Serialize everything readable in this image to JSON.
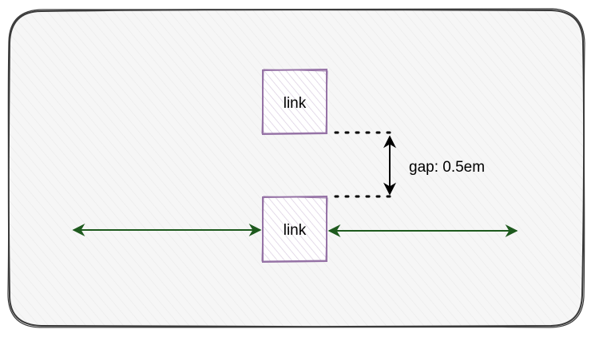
{
  "diagram": {
    "boxes": [
      {
        "label": "link"
      },
      {
        "label": "link"
      }
    ],
    "gap_label": "gap: 0.5em"
  },
  "colors": {
    "background": "#ffffff",
    "container_fill": "#f6f6f6",
    "container_stroke": "#3a3a3a",
    "hatch": "#e2e2e2",
    "box_stroke": "#9673a6",
    "box_hatch": "#cfc0d8",
    "arrow_green": "#1e5a1e",
    "arrow_black": "#000000",
    "text": "#000000"
  }
}
